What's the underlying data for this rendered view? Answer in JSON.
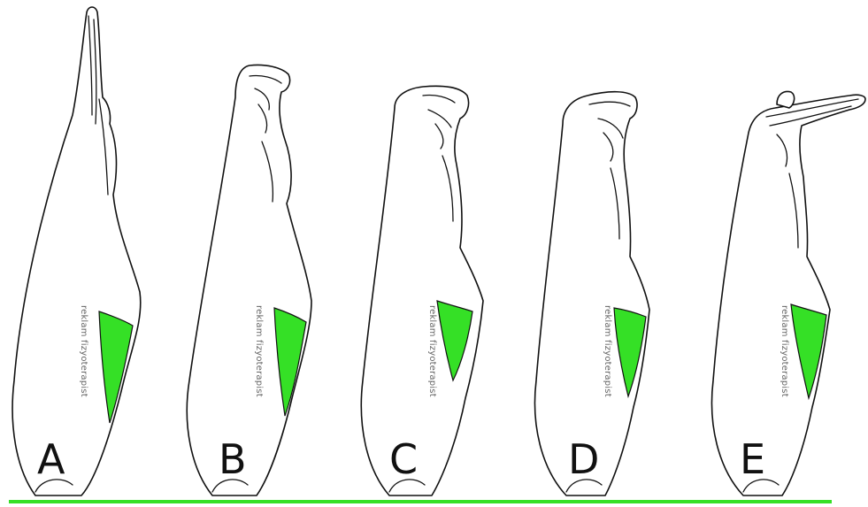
{
  "colors": {
    "muscle": "#35e026",
    "ground": "#35e026",
    "ink": "#111111",
    "background": "#ffffff"
  },
  "figures": [
    {
      "label": "A",
      "watermark": "reklam fizyoterapist"
    },
    {
      "label": "B",
      "watermark": "reklam fizyoterapist"
    },
    {
      "label": "C",
      "watermark": "reklam fizyoterapist"
    },
    {
      "label": "D",
      "watermark": "reklam fizyoterapist"
    },
    {
      "label": "E",
      "watermark": "reklam fizyoterapist"
    }
  ]
}
